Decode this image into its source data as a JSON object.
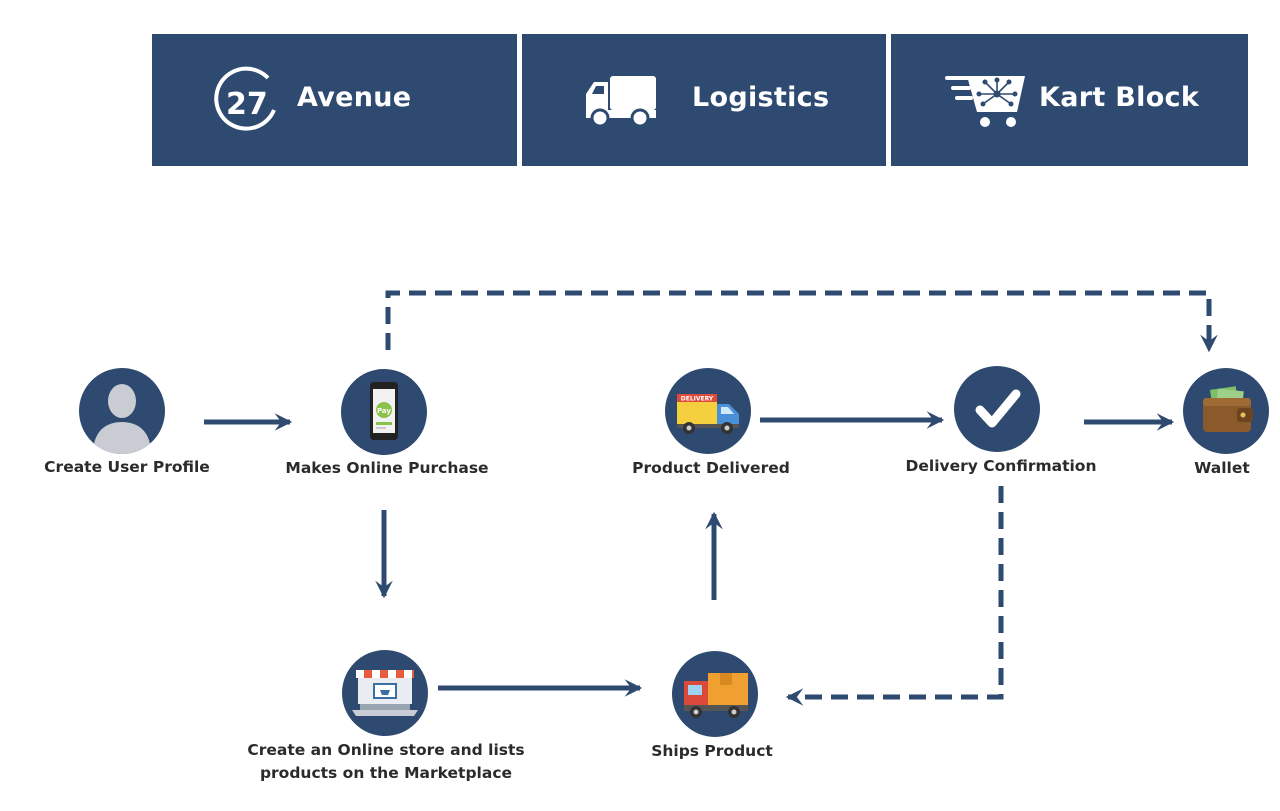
{
  "header": {
    "brands": [
      {
        "name": "Avenue",
        "icon": "avenue-27-logo-icon",
        "logo_text": "27"
      },
      {
        "name": "Logistics",
        "icon": "delivery-truck-icon"
      },
      {
        "name": "Kart Block",
        "icon": "shopping-cart-network-icon"
      }
    ]
  },
  "colors": {
    "primary": "#2e4a70",
    "text": "#2b2b2b",
    "background": "#ffffff"
  },
  "nodes": [
    {
      "id": "create-user-profile",
      "label": "Create User Profile",
      "icon": "user-silhouette-icon"
    },
    {
      "id": "makes-online-purchase",
      "label": "Makes Online Purchase",
      "icon": "mobile-pay-icon",
      "icon_text": "Pay"
    },
    {
      "id": "create-online-store",
      "label_lines": [
        "Create an Online store and lists",
        "products on the Marketplace"
      ],
      "icon": "online-store-laptop-icon"
    },
    {
      "id": "ships-product",
      "label": "Ships Product",
      "icon": "cargo-truck-icon"
    },
    {
      "id": "product-delivered",
      "label": "Product Delivered",
      "icon": "delivery-van-icon",
      "icon_text": "DELIVERY"
    },
    {
      "id": "delivery-confirmation",
      "label": "Delivery Confirmation",
      "icon": "checkmark-icon"
    },
    {
      "id": "wallet",
      "label": "Wallet",
      "icon": "wallet-icon"
    }
  ],
  "edges": [
    {
      "from": "create-user-profile",
      "to": "makes-online-purchase",
      "style": "solid"
    },
    {
      "from": "makes-online-purchase",
      "to": "create-online-store",
      "style": "solid"
    },
    {
      "from": "create-online-store",
      "to": "ships-product",
      "style": "solid"
    },
    {
      "from": "ships-product",
      "to": "product-delivered",
      "style": "solid"
    },
    {
      "from": "product-delivered",
      "to": "delivery-confirmation",
      "style": "solid"
    },
    {
      "from": "delivery-confirmation",
      "to": "wallet",
      "style": "solid"
    },
    {
      "from": "makes-online-purchase",
      "to": "wallet",
      "style": "dashed"
    },
    {
      "from": "delivery-confirmation",
      "to": "ships-product",
      "style": "dashed"
    }
  ]
}
